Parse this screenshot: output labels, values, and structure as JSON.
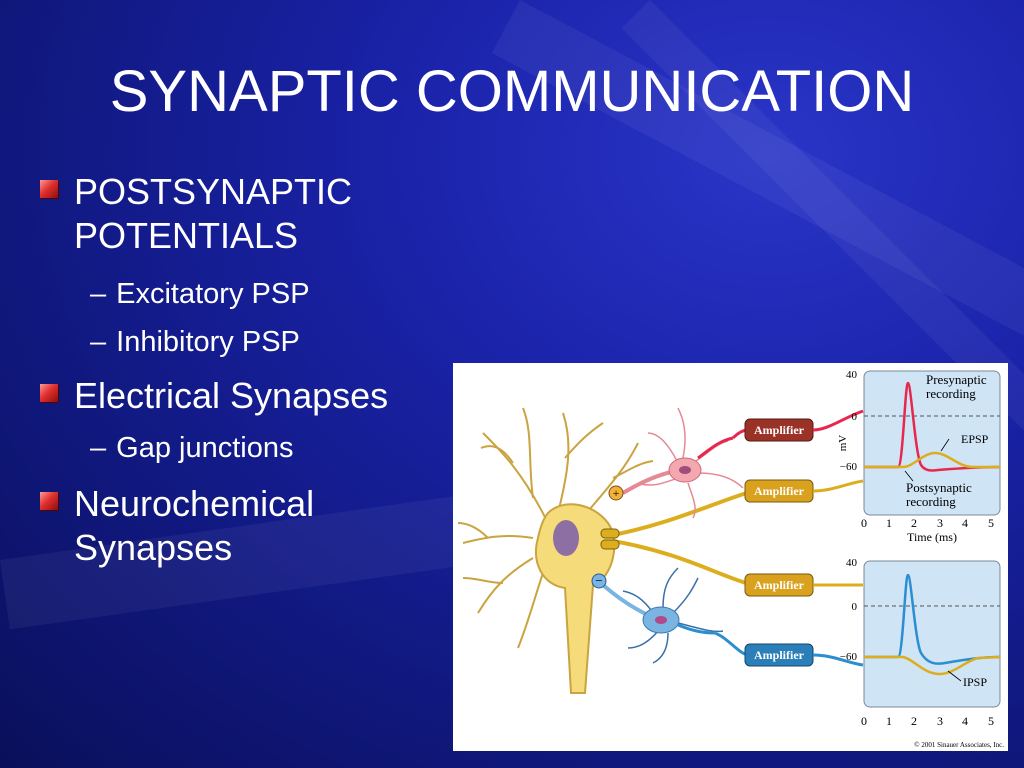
{
  "slide": {
    "title": "SYNAPTIC COMMUNICATION",
    "bullets": [
      {
        "text": "POSTSYNAPTIC",
        "text2": "POTENTIALS",
        "sub": [
          "Excitatory PSP",
          "Inhibitory PSP"
        ]
      },
      {
        "text": "Electrical Synapses",
        "sub": [
          "Gap junctions"
        ]
      },
      {
        "text": "Neurochemical",
        "text2": "Synapses"
      }
    ],
    "dash": "–"
  },
  "figure": {
    "amplifier_label": "Amplifier",
    "top_panel": {
      "presynaptic": "Presynaptic",
      "recording": "recording",
      "epsp": "EPSP",
      "postsynaptic": "Postsynaptic",
      "recording2": "recording"
    },
    "bottom_panel": {
      "ipsp": "IPSP"
    },
    "y_ticks": [
      "40",
      "0",
      "−60"
    ],
    "x_ticks": [
      "0",
      "1",
      "2",
      "3",
      "4",
      "5"
    ],
    "y_unit": "mV",
    "x_label": "Time (ms)",
    "plus_sign": "+",
    "minus_sign": "−",
    "copyright": "© 2001 Sinauer Associates, Inc.",
    "colors": {
      "excitatory": "#e8274e",
      "inhibitory": "#2b8ed0",
      "postsynaptic": "#dcae1e",
      "cell_body": "#f6db7a",
      "nucleus": "#8e6fa3",
      "panel_bg": "#cfe4f5"
    }
  }
}
